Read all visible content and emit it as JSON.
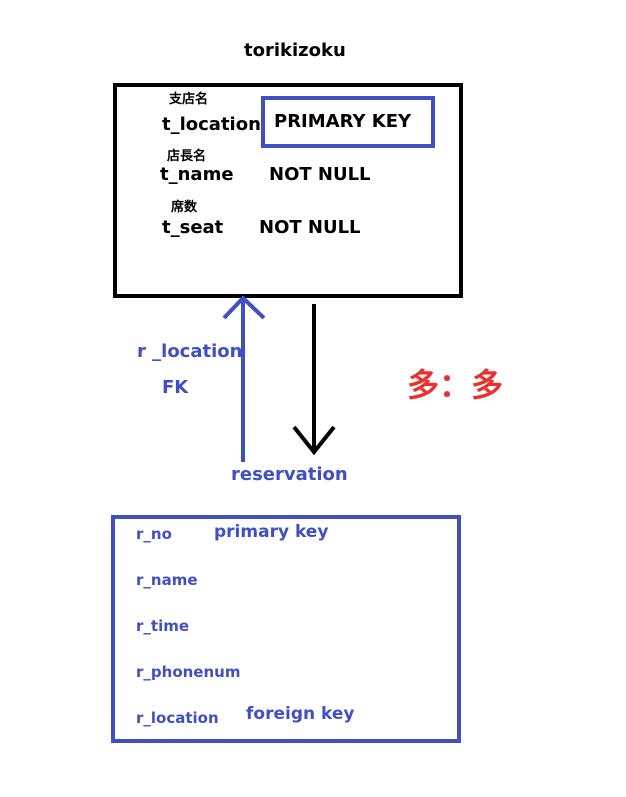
{
  "title": "torikizoku",
  "top_table": {
    "rows": [
      {
        "jp": "支店名",
        "field": "t_location",
        "constraint": "PRIMARY KEY"
      },
      {
        "jp": "店長名",
        "field": "t_name",
        "constraint": "NOT NULL"
      },
      {
        "jp": "席数",
        "field": "t_seat",
        "constraint": "NOT NULL"
      }
    ]
  },
  "relation": {
    "fk_field": "r _location",
    "fk_label": "FK",
    "cardinality": "多：多",
    "entity": "reservation"
  },
  "bottom_table": {
    "rows": [
      {
        "field": "r_no",
        "note": "primary key"
      },
      {
        "field": "r_name",
        "note": ""
      },
      {
        "field": "r_time",
        "note": ""
      },
      {
        "field": "r_phonenum",
        "note": ""
      },
      {
        "field": "r_location",
        "note": "foreign key"
      }
    ]
  },
  "colors": {
    "black": "#000000",
    "blue": "#3f4fc4",
    "red": "#e8312f"
  },
  "icons": [
    "up-arrow-icon",
    "down-arrow-icon"
  ]
}
